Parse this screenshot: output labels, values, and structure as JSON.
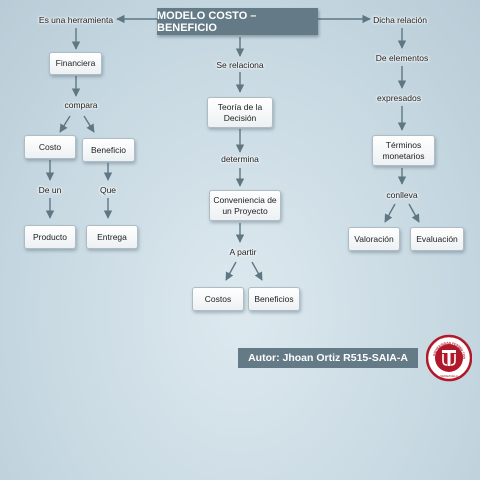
{
  "title": "MODELO COSTO – BENEFICIO",
  "left": {
    "link_top": "Es una herramienta",
    "financiera": "Financiera",
    "link_compara": "compara",
    "costo": "Costo",
    "beneficio": "Beneficio",
    "link_de_un": "De un",
    "link_que": "Que",
    "producto": "Producto",
    "entrega": "Entrega"
  },
  "center": {
    "link_relaciona": "Se relaciona",
    "teoria": "Teoría de la Decisión",
    "link_determina": "determina",
    "conveniencia": "Conveniencia de un Proyecto",
    "link_a_partir": "A partir",
    "costos": "Costos",
    "beneficios": "Beneficios"
  },
  "right": {
    "link_dicha": "Dicha relación",
    "link_elementos": "De elementos",
    "link_expresados": "expresados",
    "terminos": "Términos monetarios",
    "link_conlleva": "conlleva",
    "valoracion": "Valoración",
    "evaluacion": "Evaluación"
  },
  "author": "Autor: Jhoan Ortiz R515-SAIA-A",
  "logo": {
    "ring_text": "UNIVERSIDAD FERMÍN TORO",
    "sub_text": "VENEZUELA"
  },
  "colors": {
    "accent": "#647b87",
    "arrow": "#5f7683",
    "logo_red": "#b1182a"
  }
}
